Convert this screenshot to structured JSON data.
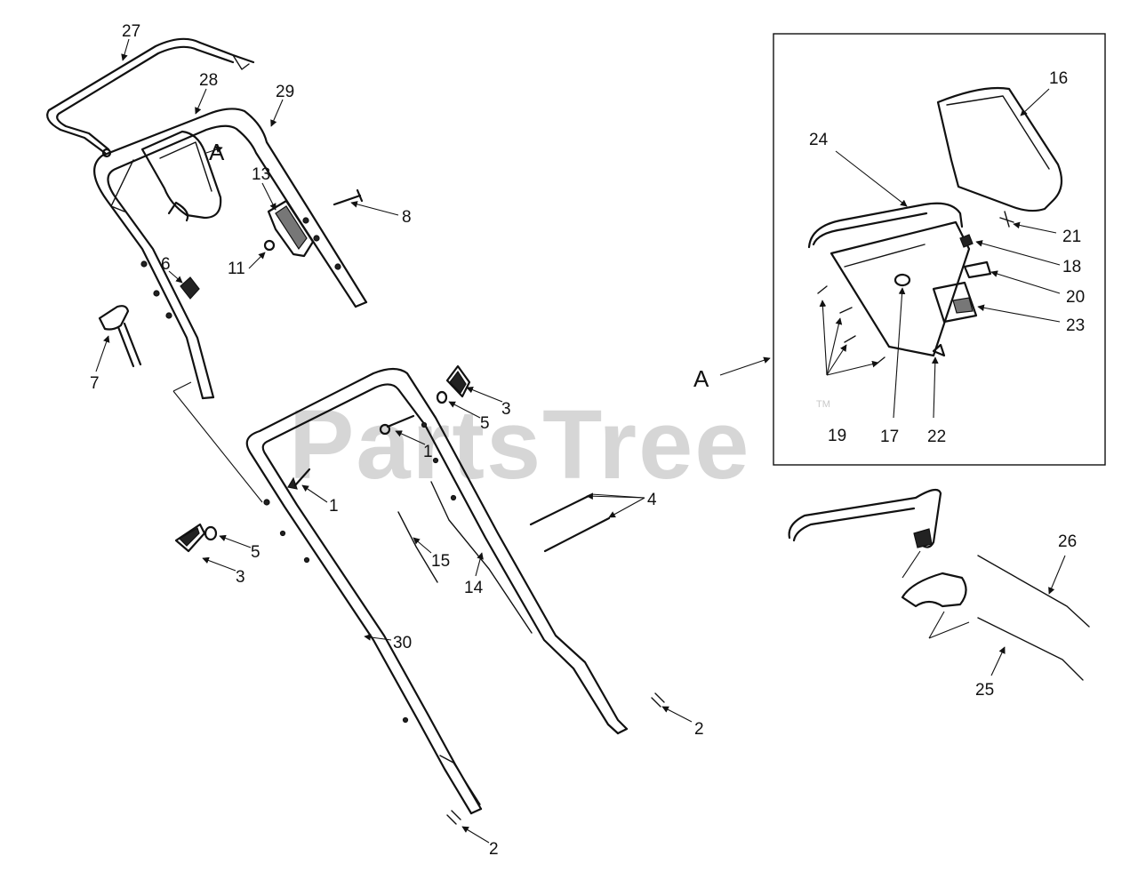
{
  "watermark": {
    "text": "PartsTree",
    "tm": "TM"
  },
  "inset": {
    "label": "A"
  },
  "callouts": {
    "c27": "27",
    "c28": "28",
    "c29": "29",
    "cA_top": "A",
    "c13": "13",
    "c8": "8",
    "c11": "11",
    "c6": "6",
    "c7": "7",
    "c3_top": "3",
    "c5_top": "5",
    "c1_top": "1",
    "c1_mid": "1",
    "c4": "4",
    "c15": "15",
    "c14": "14",
    "c5_left": "5",
    "c3_left": "3",
    "c30": "30",
    "c2_right": "2",
    "c2_bottom": "2",
    "c16": "16",
    "c24": "24",
    "c21": "21",
    "c18": "18",
    "c20": "20",
    "c23": "23",
    "c19": "19",
    "c17": "17",
    "c22": "22",
    "c26": "26",
    "c25": "25"
  }
}
